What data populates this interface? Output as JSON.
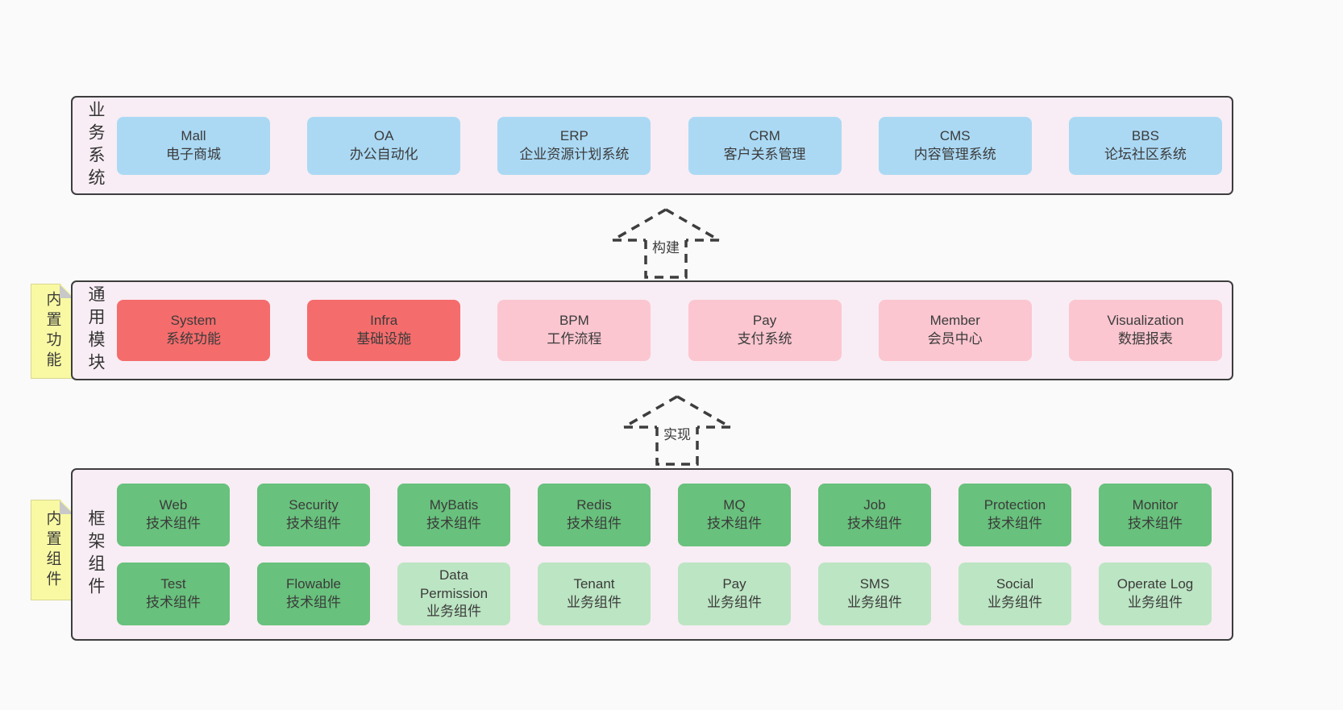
{
  "colors": {
    "page_bg": "#fafafa",
    "panel_bg": "#f8edf4",
    "panel_border": "#3d3d3d",
    "blue_box": "#abd9f4",
    "red_box": "#f56c6c",
    "pink_box": "#fbc6d0",
    "green_box": "#68c17c",
    "light_green_box": "#bce5c3",
    "note_bg": "#f9f9a3",
    "note_fold": "#c8c8c8",
    "text": "#3b3b3b"
  },
  "business_systems": {
    "label": "业务系统",
    "boxes": [
      {
        "name": "Mall",
        "desc": "电子商城"
      },
      {
        "name": "OA",
        "desc": "办公自动化"
      },
      {
        "name": "ERP",
        "desc": "企业资源计划系统"
      },
      {
        "name": "CRM",
        "desc": "客户关系管理"
      },
      {
        "name": "CMS",
        "desc": "内容管理系统"
      },
      {
        "name": "BBS",
        "desc": "论坛社区系统"
      }
    ]
  },
  "arrows": [
    {
      "label": "构建"
    },
    {
      "label": "实现"
    }
  ],
  "modules": {
    "label": "通用模块",
    "note": "内置功能",
    "boxes": [
      {
        "name": "System",
        "desc": "系统功能"
      },
      {
        "name": "Infra",
        "desc": "基础设施"
      },
      {
        "name": "BPM",
        "desc": "工作流程"
      },
      {
        "name": "Pay",
        "desc": "支付系统"
      },
      {
        "name": "Member",
        "desc": "会员中心"
      },
      {
        "name": "Visualization",
        "desc": "数据报表"
      }
    ]
  },
  "components": {
    "label": "框架组件",
    "note": "内置组件",
    "rows": [
      [
        {
          "name": "Web",
          "desc": "技术组件"
        },
        {
          "name": "Security",
          "desc": "技术组件"
        },
        {
          "name": "MyBatis",
          "desc": "技术组件"
        },
        {
          "name": "Redis",
          "desc": "技术组件"
        },
        {
          "name": "MQ",
          "desc": "技术组件"
        },
        {
          "name": "Job",
          "desc": "技术组件"
        },
        {
          "name": "Protection",
          "desc": "技术组件"
        },
        {
          "name": "Monitor",
          "desc": "技术组件"
        }
      ],
      [
        {
          "name": "Test",
          "desc": "技术组件"
        },
        {
          "name": "Flowable",
          "desc": "技术组件"
        },
        {
          "name": "Data Permission",
          "desc": "业务组件"
        },
        {
          "name": "Tenant",
          "desc": "业务组件"
        },
        {
          "name": "Pay",
          "desc": "业务组件"
        },
        {
          "name": "SMS",
          "desc": "业务组件"
        },
        {
          "name": "Social",
          "desc": "业务组件"
        },
        {
          "name": "Operate Log",
          "desc": "业务组件"
        }
      ]
    ]
  }
}
